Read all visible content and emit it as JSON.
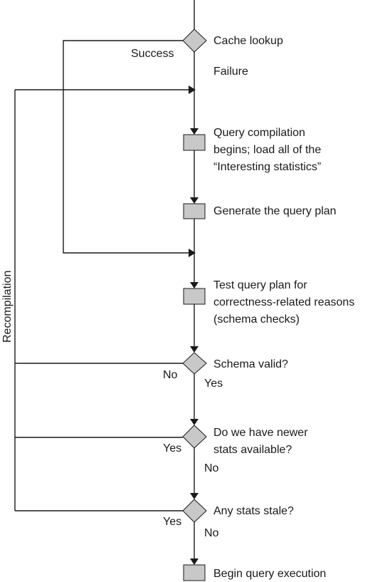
{
  "nodes": {
    "cache_lookup": "Cache lookup",
    "query_compilation": [
      "Query compilation",
      "begins; load all of the",
      "“Interesting statistics”"
    ],
    "generate_plan": "Generate the query plan",
    "test_plan": [
      "Test query plan for",
      "correctness-related reasons",
      "(schema checks)"
    ],
    "schema_valid": "Schema valid?",
    "newer_stats": [
      "Do we have newer",
      "stats available?"
    ],
    "stats_stale": "Any stats stale?",
    "begin_execution": "Begin query execution"
  },
  "edge_labels": {
    "success": "Success",
    "failure": "Failure",
    "schema_no": "No",
    "schema_yes": "Yes",
    "newer_yes": "Yes",
    "newer_no": "No",
    "stale_yes": "Yes",
    "stale_no": "No",
    "recompilation": "Recompilation"
  }
}
